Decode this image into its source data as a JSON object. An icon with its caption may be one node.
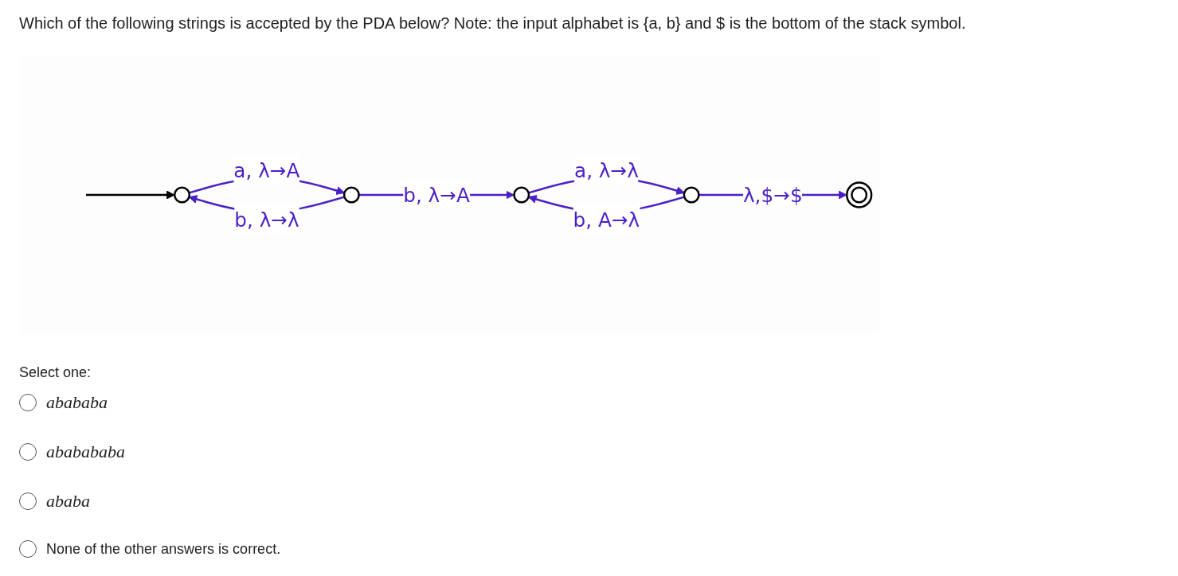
{
  "diagram": {
    "title": "Which of the following strings is accepted by the PDA below? Note: the input alphabet is {a, b} and $ is the bottom of the stack symbol.",
    "nodes": [
      {
        "text": [],
        "shape": "circle"
      },
      {
        "text": [],
        "shape": "circle"
      },
      {
        "text": [],
        "shape": "circle"
      },
      {
        "text": [],
        "shape": "circle"
      },
      {
        "text": [],
        "shape": "doublecircle"
      }
    ],
    "edges": [
      {
        "from": null,
        "to": 0,
        "arrow": "to",
        "color": "#000000"
      },
      {
        "from": 0,
        "to": 1,
        "arrow": "to",
        "label": "a, λ→A"
      },
      {
        "from": 1,
        "to": 0,
        "arrow": "to",
        "label": "b, λ→λ"
      },
      {
        "from": 1,
        "to": 2,
        "arrow": "to",
        "label": "b, λ→A"
      },
      {
        "from": 2,
        "to": 3,
        "arrow": "to",
        "label": "a, λ→λ"
      },
      {
        "from": 3,
        "to": 2,
        "arrow": "to",
        "label": "b, A→λ"
      },
      {
        "from": 3,
        "to": 4,
        "arrow": "to",
        "label": "λ,$→$"
      }
    ],
    "labels": [
      "Select one:",
      "abababa",
      "ababababa",
      "ababa",
      "None of the other answers is correct."
    ]
  }
}
